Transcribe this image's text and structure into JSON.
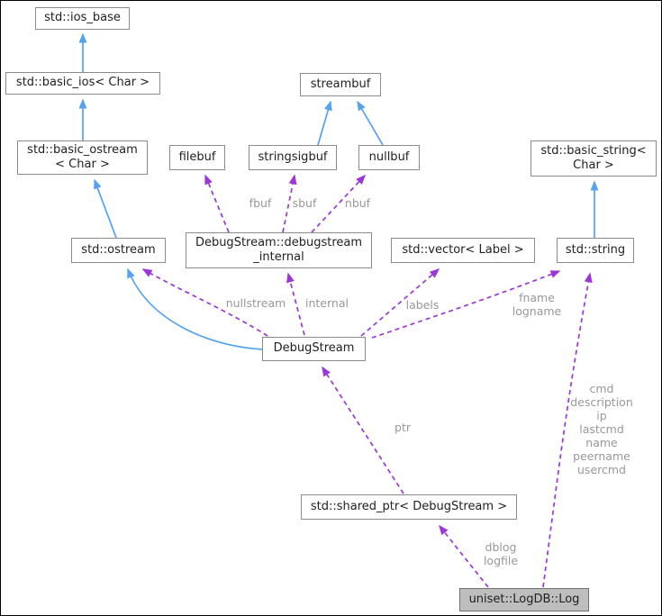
{
  "diagram": {
    "title": "uniset::LogDB::Log collaboration graph",
    "type": "doxygen-collaboration-diagram",
    "highlighted_node": "uniset::LogDB::Log",
    "colors": {
      "inheritance_edge": "#55a2f1",
      "usage_edge": "#9c36d6",
      "edge_label_text": "#989898",
      "node_border": "#8b8b8b",
      "node_fill": "#ffffff",
      "highlight_fill": "#bebebe",
      "node_text": "#212121",
      "background": "#ffffff"
    },
    "nodes": [
      {
        "id": "ios_base",
        "lines": [
          "std::ios_base"
        ]
      },
      {
        "id": "basic_ios",
        "lines": [
          "std::basic_ios< Char >"
        ]
      },
      {
        "id": "basic_ostream",
        "lines": [
          "std::basic_ostream",
          "< Char >"
        ]
      },
      {
        "id": "filebuf",
        "lines": [
          "filebuf"
        ]
      },
      {
        "id": "streambuf",
        "lines": [
          "streambuf"
        ]
      },
      {
        "id": "stringsigbuf",
        "lines": [
          "stringsigbuf"
        ]
      },
      {
        "id": "nullbuf",
        "lines": [
          "nullbuf"
        ]
      },
      {
        "id": "basic_string",
        "lines": [
          "std::basic_string<",
          "Char >"
        ]
      },
      {
        "id": "ostream",
        "lines": [
          "std::ostream"
        ]
      },
      {
        "id": "debugstream_internal",
        "lines": [
          "DebugStream::debugstream",
          "_internal"
        ]
      },
      {
        "id": "vector_label",
        "lines": [
          "std::vector< Label >"
        ]
      },
      {
        "id": "string",
        "lines": [
          "std::string"
        ]
      },
      {
        "id": "debugstream",
        "lines": [
          "DebugStream"
        ]
      },
      {
        "id": "shared_ptr",
        "lines": [
          "std::shared_ptr< DebugStream >"
        ]
      },
      {
        "id": "logdb_log",
        "lines": [
          "uniset::LogDB::Log"
        ]
      }
    ],
    "edge_labels": [
      {
        "id": "fbuf",
        "lines": [
          "fbuf"
        ]
      },
      {
        "id": "sbuf",
        "lines": [
          "sbuf"
        ]
      },
      {
        "id": "nbuf",
        "lines": [
          "nbuf"
        ]
      },
      {
        "id": "nullstream",
        "lines": [
          "nullstream"
        ]
      },
      {
        "id": "internal",
        "lines": [
          "internal"
        ]
      },
      {
        "id": "labels",
        "lines": [
          "labels"
        ]
      },
      {
        "id": "fname",
        "lines": [
          "fname",
          "logname"
        ]
      },
      {
        "id": "ptr",
        "lines": [
          "ptr"
        ]
      },
      {
        "id": "log_members",
        "lines": [
          "cmd",
          "description",
          "ip",
          "lastcmd",
          "name",
          "peername",
          "usercmd"
        ]
      },
      {
        "id": "dblog",
        "lines": [
          "dblog",
          "logfile"
        ]
      }
    ],
    "edges": [
      {
        "from": "std::basic_ios< Char >",
        "to": "std::ios_base",
        "kind": "inheritance"
      },
      {
        "from": "std::basic_ostream< Char >",
        "to": "std::basic_ios< Char >",
        "kind": "inheritance"
      },
      {
        "from": "std::ostream",
        "to": "std::basic_ostream< Char >",
        "kind": "inheritance"
      },
      {
        "from": "DebugStream",
        "to": "std::ostream",
        "kind": "inheritance"
      },
      {
        "from": "stringsigbuf",
        "to": "streambuf",
        "kind": "inheritance"
      },
      {
        "from": "nullbuf",
        "to": "streambuf",
        "kind": "inheritance"
      },
      {
        "from": "std::string",
        "to": "std::basic_string< Char >",
        "kind": "inheritance"
      },
      {
        "from": "DebugStream::debugstream_internal",
        "to": "filebuf",
        "kind": "usage",
        "label": "fbuf"
      },
      {
        "from": "DebugStream::debugstream_internal",
        "to": "stringsigbuf",
        "kind": "usage",
        "label": "sbuf"
      },
      {
        "from": "DebugStream::debugstream_internal",
        "to": "nullbuf",
        "kind": "usage",
        "label": "nbuf"
      },
      {
        "from": "DebugStream",
        "to": "std::ostream",
        "kind": "usage",
        "label": "nullstream"
      },
      {
        "from": "DebugStream",
        "to": "DebugStream::debugstream_internal",
        "kind": "usage",
        "label": "internal"
      },
      {
        "from": "DebugStream",
        "to": "std::vector< Label >",
        "kind": "usage",
        "label": "labels"
      },
      {
        "from": "DebugStream",
        "to": "std::string",
        "kind": "usage",
        "label": "fname logname"
      },
      {
        "from": "std::shared_ptr< DebugStream >",
        "to": "DebugStream",
        "kind": "usage",
        "label": "ptr"
      },
      {
        "from": "uniset::LogDB::Log",
        "to": "std::shared_ptr< DebugStream >",
        "kind": "usage",
        "label": "dblog logfile"
      },
      {
        "from": "uniset::LogDB::Log",
        "to": "std::string",
        "kind": "usage",
        "label": "cmd description ip lastcmd name peername usercmd"
      }
    ]
  }
}
